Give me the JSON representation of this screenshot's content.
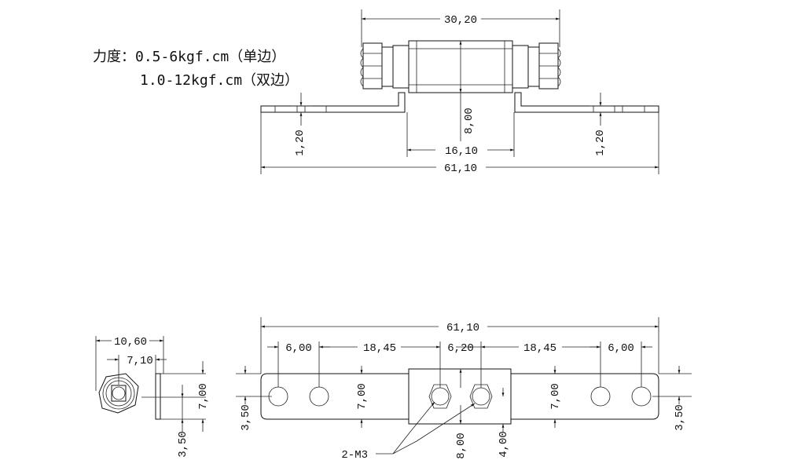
{
  "notes": {
    "torque_single": "力度：0.5-6kgf.cm（单边）",
    "torque_double": "1.0-12kgf.cm（双边）"
  },
  "top_view": {
    "overall_width": "30,20",
    "body_height": "8,00",
    "center_width": "16,10",
    "total_length": "61,10",
    "left_thickness": "1,20",
    "right_thickness": "1,20"
  },
  "side_view": {
    "outer_diameter": "10,60",
    "inner_diameter": "7,10",
    "height": "7,00",
    "offset": "3,50"
  },
  "front_view": {
    "total_length": "61,10",
    "edge_left": "6,00",
    "spacing_left": "18,45",
    "center_spacing": "6,20",
    "spacing_right": "18,45",
    "edge_right": "6,00",
    "left_height": "3,50",
    "left_mid_height": "7,00",
    "right_mid_height": "7,00",
    "right_height": "3,50",
    "center_depth": "8,00",
    "center_half": "4,00",
    "thread_label": "2-M3"
  },
  "colors": {
    "ink": "#111111",
    "background": "#ffffff"
  }
}
